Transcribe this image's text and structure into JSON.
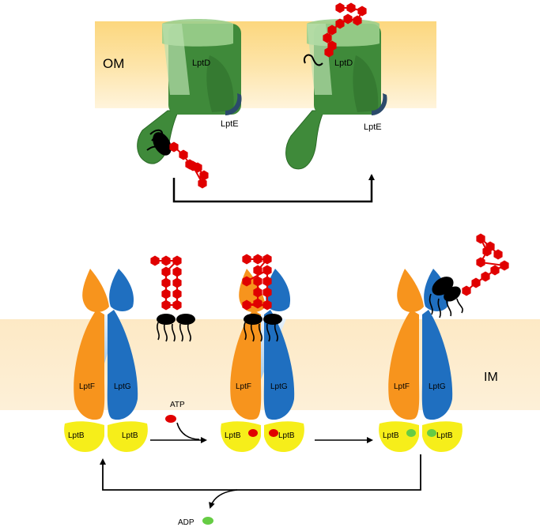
{
  "labels": {
    "om": "OM",
    "im": "IM",
    "lptD": "LptD",
    "lptE": "LptE",
    "lptF": "LptF",
    "lptG": "LptG",
    "lptB": "LptB",
    "atp": "ATP",
    "adp": "ADP"
  },
  "colors": {
    "om_band": "#fbd98a",
    "im_band": "#fce9c8",
    "lptD": "#3f8a3a",
    "lptD_light": "#9ccf8e",
    "lptE": "#2b4a6b",
    "lptF": "#f7941d",
    "lptG": "#1f6fc0",
    "lptB": "#f6ee1a",
    "lps_sugar": "#e00000",
    "lipid": "#000000",
    "atp": "#e00000",
    "adp": "#66cc44",
    "arrow": "#000000"
  }
}
